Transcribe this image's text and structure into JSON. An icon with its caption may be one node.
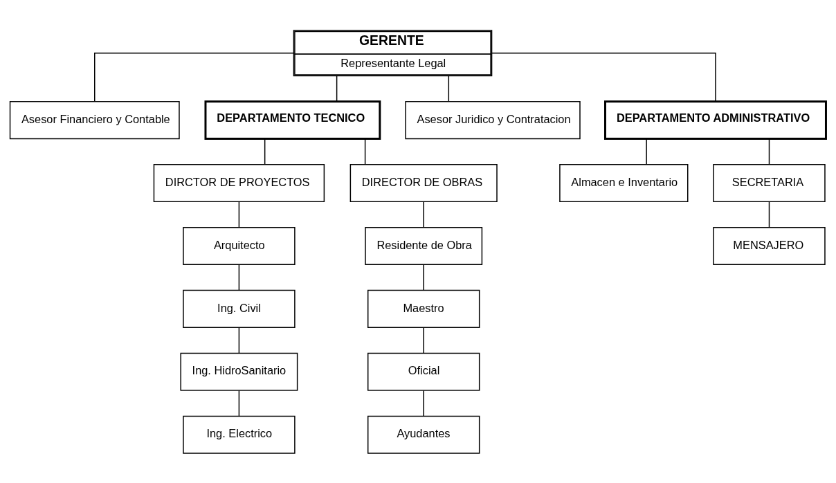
{
  "diagram": {
    "nodes": [
      {
        "text": [
          "GERENTE",
          "Representante Legal"
        ]
      },
      {
        "text": [
          "Asesor Financiero y Contable"
        ]
      },
      {
        "text": [
          "DEPARTAMENTO TECNICO"
        ]
      },
      {
        "text": [
          "Asesor Juridico y Contratacion"
        ]
      },
      {
        "text": [
          "DIRCTOR DE PROYECTOS"
        ]
      },
      {
        "text": [
          "DIRECTOR DE OBRAS"
        ]
      },
      {
        "text": [
          "DEPARTAMENTO ADMINISTRATIVO"
        ]
      },
      {
        "text": [
          "Arquitecto"
        ]
      },
      {
        "text": [
          "Residente de Obra"
        ]
      },
      {
        "text": [
          "Ing. Civil"
        ]
      },
      {
        "text": [
          "Maestro"
        ]
      },
      {
        "text": [
          "Ing. HidroSanitario"
        ]
      },
      {
        "text": [
          "Oficial"
        ]
      },
      {
        "text": [
          "Almacen e Inventario"
        ]
      },
      {
        "text": [
          "SECRETARIA"
        ]
      },
      {
        "text": [
          "Ing. Electrico"
        ]
      },
      {
        "text": [
          "Ayudantes"
        ]
      },
      {
        "text": [
          "MENSAJERO"
        ]
      }
    ],
    "edges": [
      {
        "from": 0,
        "to": 1,
        "arrow": "none"
      },
      {
        "from": 0,
        "to": 2,
        "arrow": "none"
      },
      {
        "from": 0,
        "to": 3,
        "arrow": "none"
      },
      {
        "from": 0,
        "to": 6,
        "arrow": "none"
      },
      {
        "from": 2,
        "to": 4,
        "arrow": "none"
      },
      {
        "from": 2,
        "to": 5,
        "arrow": "none"
      },
      {
        "from": 4,
        "to": 7,
        "arrow": "none"
      },
      {
        "from": 7,
        "to": 9,
        "arrow": "none"
      },
      {
        "from": 9,
        "to": 11,
        "arrow": "none"
      },
      {
        "from": 11,
        "to": 15,
        "arrow": "none"
      },
      {
        "from": 5,
        "to": 8,
        "arrow": "none"
      },
      {
        "from": 8,
        "to": 10,
        "arrow": "none"
      },
      {
        "from": 10,
        "to": 12,
        "arrow": "none"
      },
      {
        "from": 12,
        "to": 16,
        "arrow": "none"
      },
      {
        "from": 6,
        "to": 13,
        "arrow": "none"
      },
      {
        "from": 6,
        "to": 14,
        "arrow": "none"
      },
      {
        "from": 14,
        "to": 17,
        "arrow": "none"
      }
    ]
  }
}
